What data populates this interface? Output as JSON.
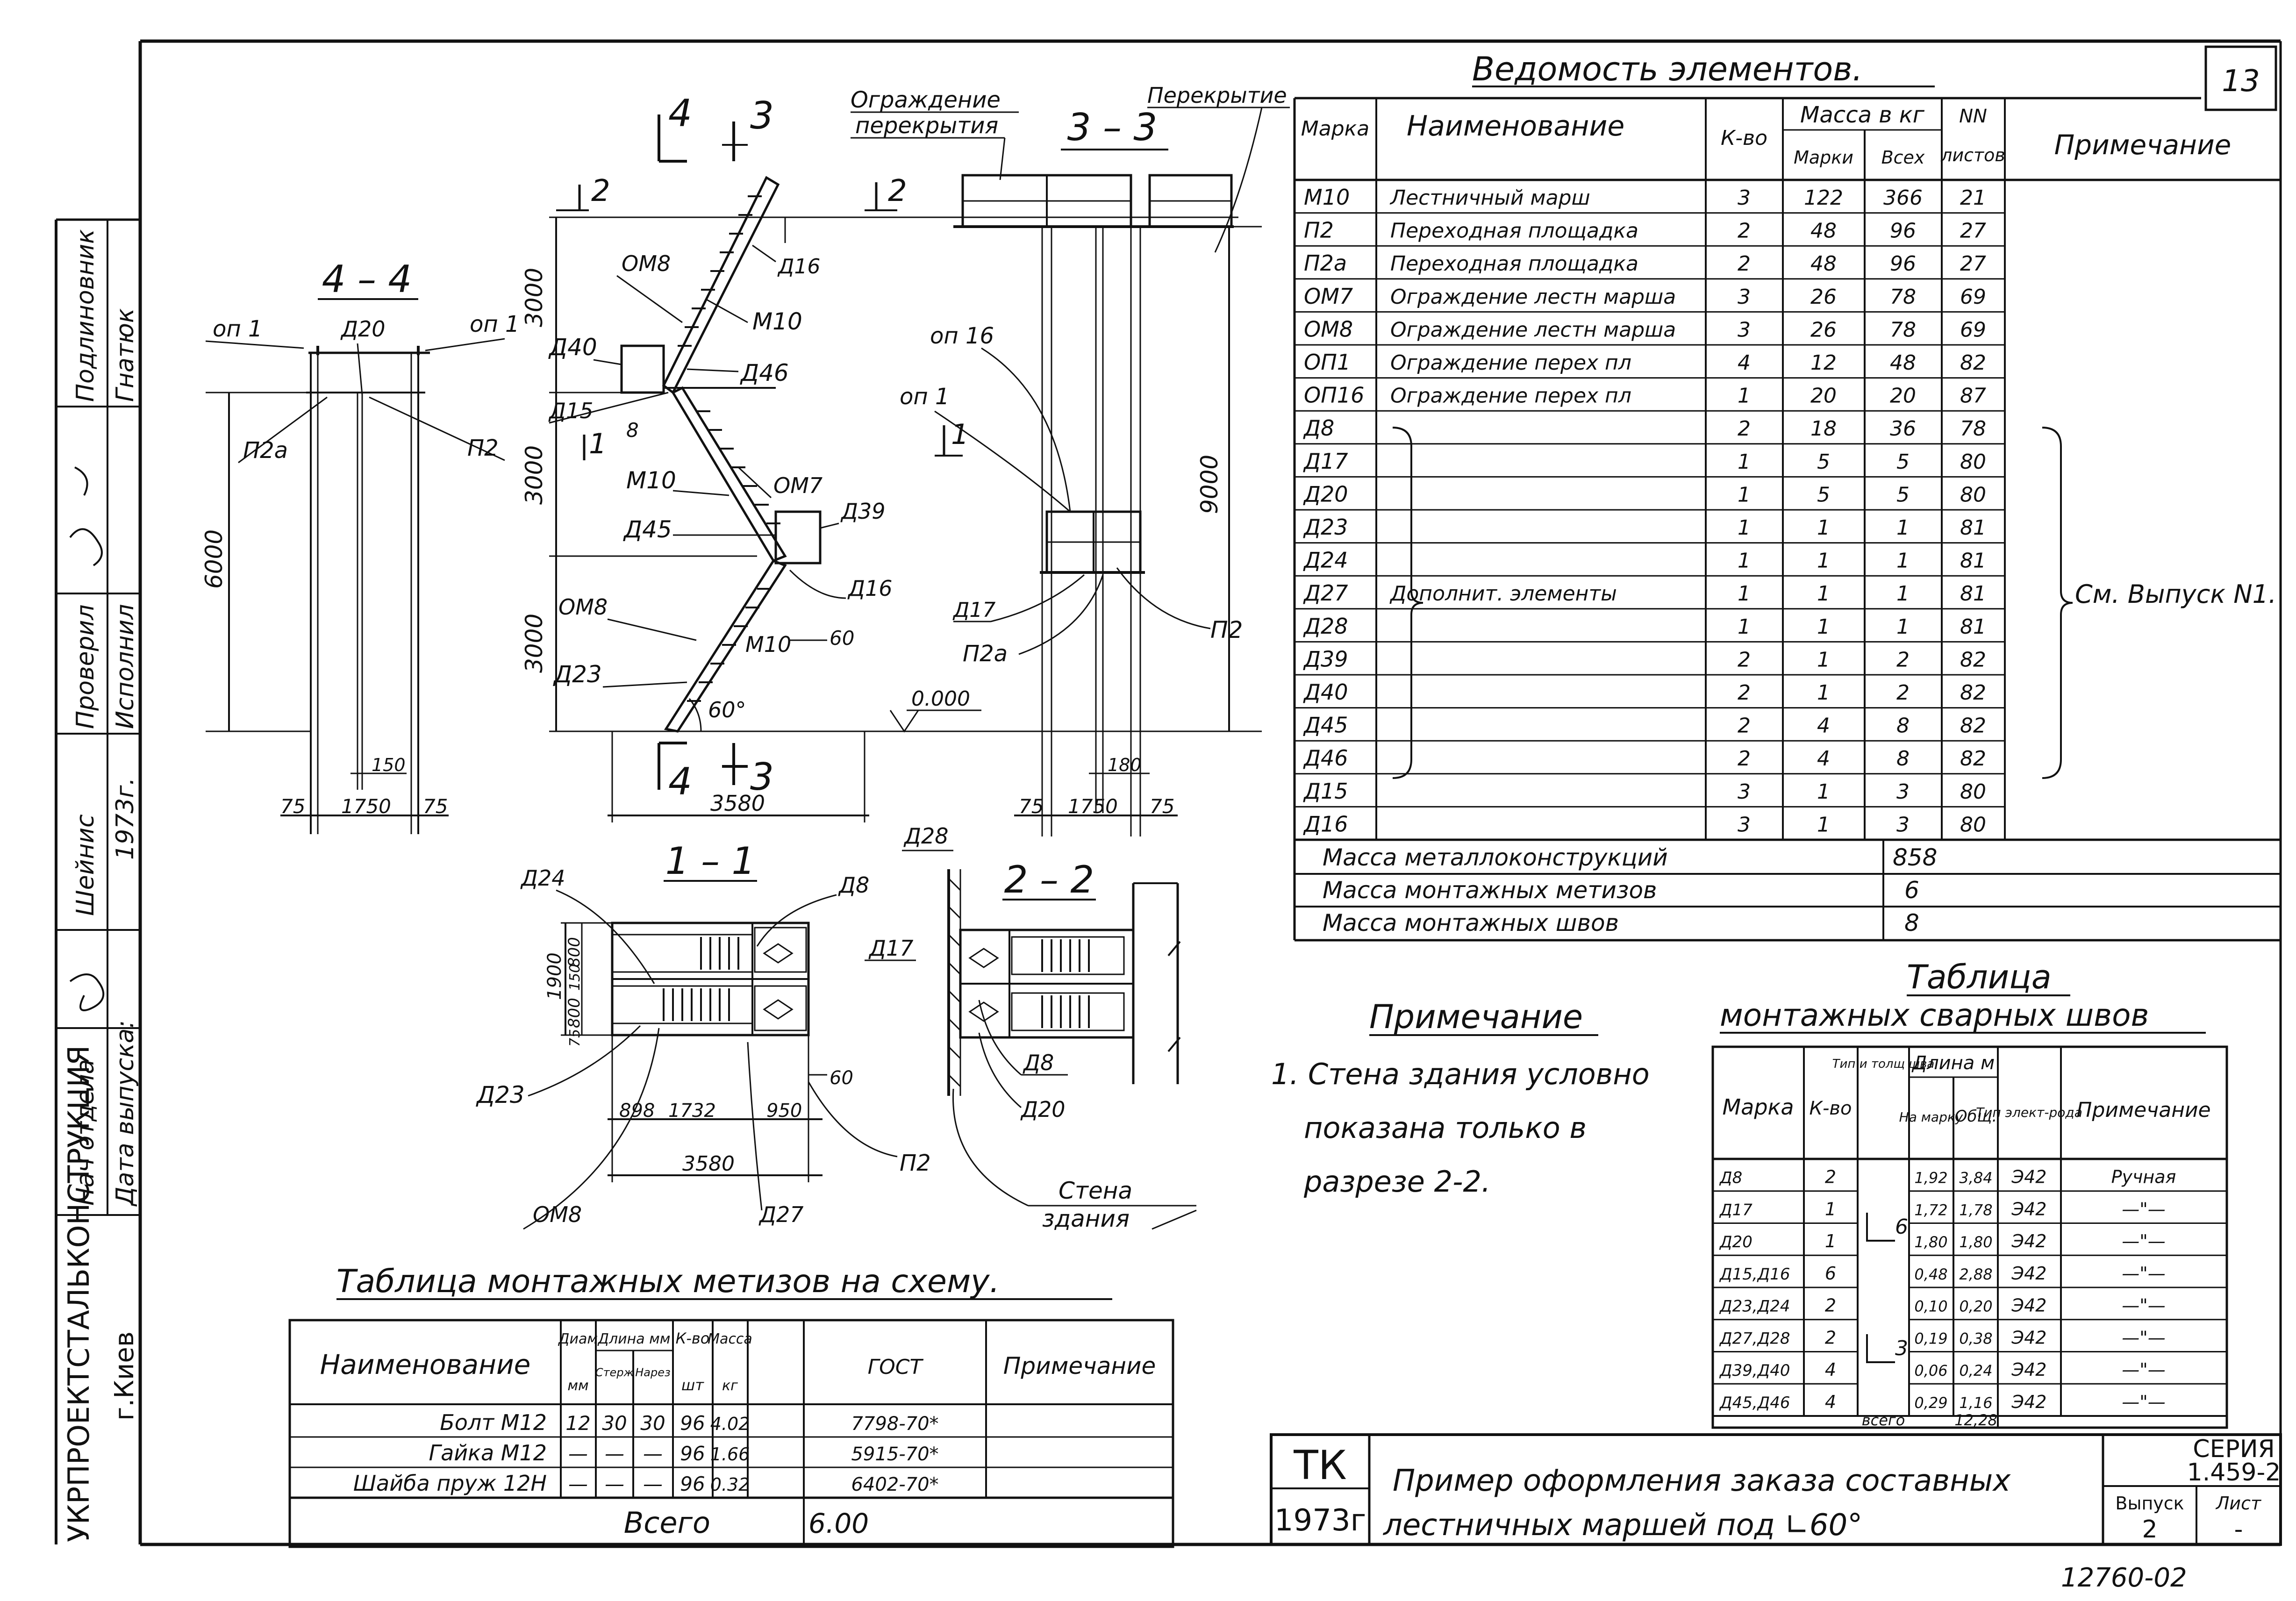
{
  "sheet_number": "13",
  "archive_number": "12760-02",
  "stamp": {
    "org": "УКРПРОЕКТСТАЛЬКОНСТРУКЦИЯ",
    "city": "г.Киев",
    "rows": [
      {
        "role": "Нач отдела",
        "name": ""
      },
      {
        "role": "Дата выпуска:",
        "name": ""
      },
      {
        "role": "Шейнис",
        "name": "1973г."
      },
      {
        "role": "Проверил",
        "name": ""
      },
      {
        "role": "Исполнил",
        "name": ""
      },
      {
        "role": "Подлиновник",
        "name": "Гнатюк"
      }
    ]
  },
  "title_block": {
    "tk": "ТК",
    "year": "1973г",
    "title_line1": "Пример оформления заказа составных",
    "title_line2": "лестничных маршей под ∟60°",
    "series_label": "СЕРИЯ",
    "series": "1.459-2",
    "issue_label": "Выпуск",
    "issue": "2",
    "sheet_label": "Лист",
    "sheet": "-"
  },
  "elements": {
    "title": "Ведомость элементов.",
    "headers": {
      "mark": "Марка",
      "name": "Наименование",
      "qty": "К-во",
      "mass": "Масса в кг",
      "mass_unit": "Марки",
      "mass_total": "Всех",
      "sheets_top": "NN",
      "sheets": "листов",
      "note": "Примечание"
    },
    "rows": [
      {
        "mark": "М10",
        "name": "Лестничный марш",
        "qty": "3",
        "m1": "122",
        "m2": "366",
        "sheet": "21"
      },
      {
        "mark": "П2",
        "name": "Переходная площадка",
        "qty": "2",
        "m1": "48",
        "m2": "96",
        "sheet": "27"
      },
      {
        "mark": "П2а",
        "name": "Переходная площадка",
        "qty": "2",
        "m1": "48",
        "m2": "96",
        "sheet": "27"
      },
      {
        "mark": "ОМ7",
        "name": "Ограждение лестн марша",
        "qty": "3",
        "m1": "26",
        "m2": "78",
        "sheet": "69"
      },
      {
        "mark": "ОМ8",
        "name": "Ограждение лестн марша",
        "qty": "3",
        "m1": "26",
        "m2": "78",
        "sheet": "69"
      },
      {
        "mark": "ОП1",
        "name": "Ограждение перех пл",
        "qty": "4",
        "m1": "12",
        "m2": "48",
        "sheet": "82"
      },
      {
        "mark": "ОП16",
        "name": "Ограждение перех пл",
        "qty": "1",
        "m1": "20",
        "m2": "20",
        "sheet": "87"
      },
      {
        "mark": "Д8",
        "name": "",
        "qty": "2",
        "m1": "18",
        "m2": "36",
        "sheet": "78"
      },
      {
        "mark": "Д17",
        "name": "",
        "qty": "1",
        "m1": "5",
        "m2": "5",
        "sheet": "80"
      },
      {
        "mark": "Д20",
        "name": "",
        "qty": "1",
        "m1": "5",
        "m2": "5",
        "sheet": "80"
      },
      {
        "mark": "Д23",
        "name": "",
        "qty": "1",
        "m1": "1",
        "m2": "1",
        "sheet": "81"
      },
      {
        "mark": "Д24",
        "name": "",
        "qty": "1",
        "m1": "1",
        "m2": "1",
        "sheet": "81"
      },
      {
        "mark": "Д27",
        "name": "Дополнит. элементы",
        "qty": "1",
        "m1": "1",
        "m2": "1",
        "sheet": "81"
      },
      {
        "mark": "Д28",
        "name": "",
        "qty": "1",
        "m1": "1",
        "m2": "1",
        "sheet": "81"
      },
      {
        "mark": "Д39",
        "name": "",
        "qty": "2",
        "m1": "1",
        "m2": "2",
        "sheet": "82"
      },
      {
        "mark": "Д40",
        "name": "",
        "qty": "2",
        "m1": "1",
        "m2": "2",
        "sheet": "82"
      },
      {
        "mark": "Д45",
        "name": "",
        "qty": "2",
        "m1": "4",
        "m2": "8",
        "sheet": "82"
      },
      {
        "mark": "Д46",
        "name": "",
        "qty": "2",
        "m1": "4",
        "m2": "8",
        "sheet": "82"
      },
      {
        "mark": "Д15",
        "name": "",
        "qty": "3",
        "m1": "1",
        "m2": "3",
        "sheet": "80"
      },
      {
        "mark": "Д16",
        "name": "",
        "qty": "3",
        "m1": "1",
        "m2": "3",
        "sheet": "80"
      }
    ],
    "brace_note": "См. Выпуск N1.",
    "totals": [
      {
        "label": "Масса металлоконструкций",
        "value": "858"
      },
      {
        "label": "Масса монтажных метизов",
        "value": "6"
      },
      {
        "label": "Масса монтажных швов",
        "value": "8"
      }
    ]
  },
  "note": {
    "title": "Примечание",
    "lines": [
      "1. Стена здания условно",
      "показана только в",
      "разрезе 2-2."
    ]
  },
  "welds": {
    "title_line1": "Таблица",
    "title_line2": "монтажных сварных швов",
    "headers": {
      "mark": "Марка",
      "qty": "К-во",
      "type": "Тип и толщ шва",
      "len": "Длина м",
      "len_one": "На марку",
      "len_total": "Общ.",
      "electrode": "Тип элект-рода",
      "note": "Примечание"
    },
    "rows": [
      {
        "mark": "Д8",
        "qty": "2",
        "one": "1,92",
        "total": "3,84",
        "el": "Э42",
        "note": "Ручная"
      },
      {
        "mark": "Д17",
        "qty": "1",
        "one": "1,72",
        "total": "1,78",
        "el": "Э42",
        "note": "—\"—"
      },
      {
        "mark": "Д20",
        "qty": "1",
        "one": "1,80",
        "total": "1,80",
        "el": "Э42",
        "note": "—\"—"
      },
      {
        "mark": "Д15,Д16",
        "qty": "6",
        "one": "0,48",
        "total": "2,88",
        "el": "Э42",
        "note": "—\"—"
      },
      {
        "mark": "Д23,Д24",
        "qty": "2",
        "one": "0,10",
        "total": "0,20",
        "el": "Э42",
        "note": "—\"—"
      },
      {
        "mark": "Д27,Д28",
        "qty": "2",
        "one": "0,19",
        "total": "0,38",
        "el": "Э42",
        "note": "—\"—"
      },
      {
        "mark": "Д39,Д40",
        "qty": "4",
        "one": "0,06",
        "total": "0,24",
        "el": "Э42",
        "note": "—\"—"
      },
      {
        "mark": "Д45,Д46",
        "qty": "4",
        "one": "0,29",
        "total": "1,16",
        "el": "Э42",
        "note": "—\"—"
      }
    ],
    "weld_type_a": "6",
    "weld_type_b": "3",
    "total_label": "всего",
    "total_value": "12,28"
  },
  "hardware": {
    "title": "Таблица монтажных метизов на схему.",
    "headers": {
      "name": "Наименование",
      "diam": "Диам",
      "diam_unit": "мм",
      "len": "Длина мм",
      "rod": "Стерж",
      "thread": "Нарез",
      "qty": "К-во",
      "qty_unit": "шт",
      "mass": "Масса",
      "mass_unit": "кг",
      "gost": "ГОСТ",
      "note": "Примечание"
    },
    "rows": [
      {
        "name": "Болт М12",
        "diam": "12",
        "rod": "30",
        "thread": "30",
        "qty": "96",
        "mass": "4.02",
        "gost": "7798-70*"
      },
      {
        "name": "Гайка М12",
        "diam": "—",
        "rod": "—",
        "thread": "—",
        "qty": "96",
        "mass": "1.66",
        "gost": "5915-70*"
      },
      {
        "name": "Шайба пруж 12Н",
        "diam": "—",
        "rod": "—",
        "thread": "—",
        "qty": "96",
        "mass": "0.32",
        "gost": "6402-70*"
      }
    ],
    "total_label": "Всего",
    "total_value": "6.00"
  },
  "drawing_labels": {
    "sec44": "4 – 4",
    "sec33": "3 – 3",
    "sec11": "1 – 1",
    "sec22": "2 – 2",
    "cut4": "4",
    "cut3": "3",
    "cut2": "2",
    "cut1": "1",
    "op1": "оп 1",
    "op16": "оп 16",
    "p2": "П2",
    "p2a": "П2а",
    "d20": "Д20",
    "om8": "ОМ8",
    "om7": "ОМ7",
    "m10": "М10",
    "d16": "Д16",
    "d40": "Д40",
    "d46": "Д46",
    "d15": "Д15",
    "d45": "Д45",
    "d39": "Д39",
    "d23": "Д23",
    "d17": "Д17",
    "d24": "Д24",
    "d8": "Д8",
    "d28": "Д28",
    "d27": "Д27",
    "dim_8": "8",
    "dim_60": "60",
    "angle": "60°",
    "guard_top": "Ограждение",
    "guard_bottom": "перекрытия",
    "floor": "Перекрытие",
    "elev": "0.000",
    "wall1": "Стена",
    "wall2": "здания",
    "d6000": "6000",
    "d3000": "3000",
    "d9000": "9000",
    "d3580": "3580",
    "d1750": "1750",
    "d75": "75",
    "d150": "150",
    "d180": "180",
    "d1900": "1900",
    "d800": "800",
    "d898": "898",
    "d1732": "1732",
    "d950": "950"
  }
}
